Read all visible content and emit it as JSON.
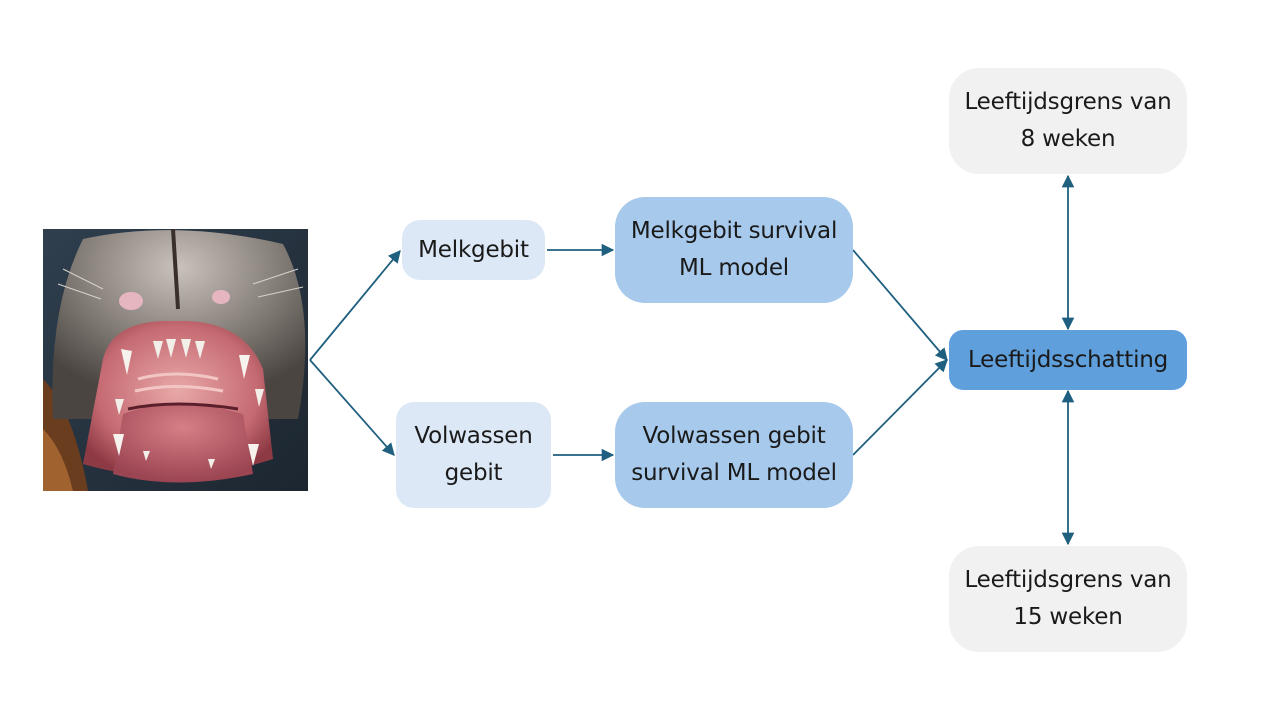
{
  "diagram": {
    "nodes": {
      "melkgebit": "Melkgebit",
      "volwassen_gebit": "Volwassen\ngebit",
      "melkgebit_model": "Melkgebit survival\nML model",
      "volwassen_model": "Volwassen gebit\nsurvival ML model",
      "leeftijdsschatting": "Leeftijdsschatting",
      "grens_8": "Leeftijdsgrens van\n8 weken",
      "grens_15": "Leeftijdsgrens van\n15 weken"
    },
    "colors": {
      "arrow": "#1f5f7f",
      "light_box": "#dce8f6",
      "mid_box": "#a6c9ec",
      "strong_box": "#5f9fdc",
      "gray_box": "#f1f1f1"
    },
    "photo": {
      "subject": "puppy-mouth-teeth-photo"
    }
  }
}
